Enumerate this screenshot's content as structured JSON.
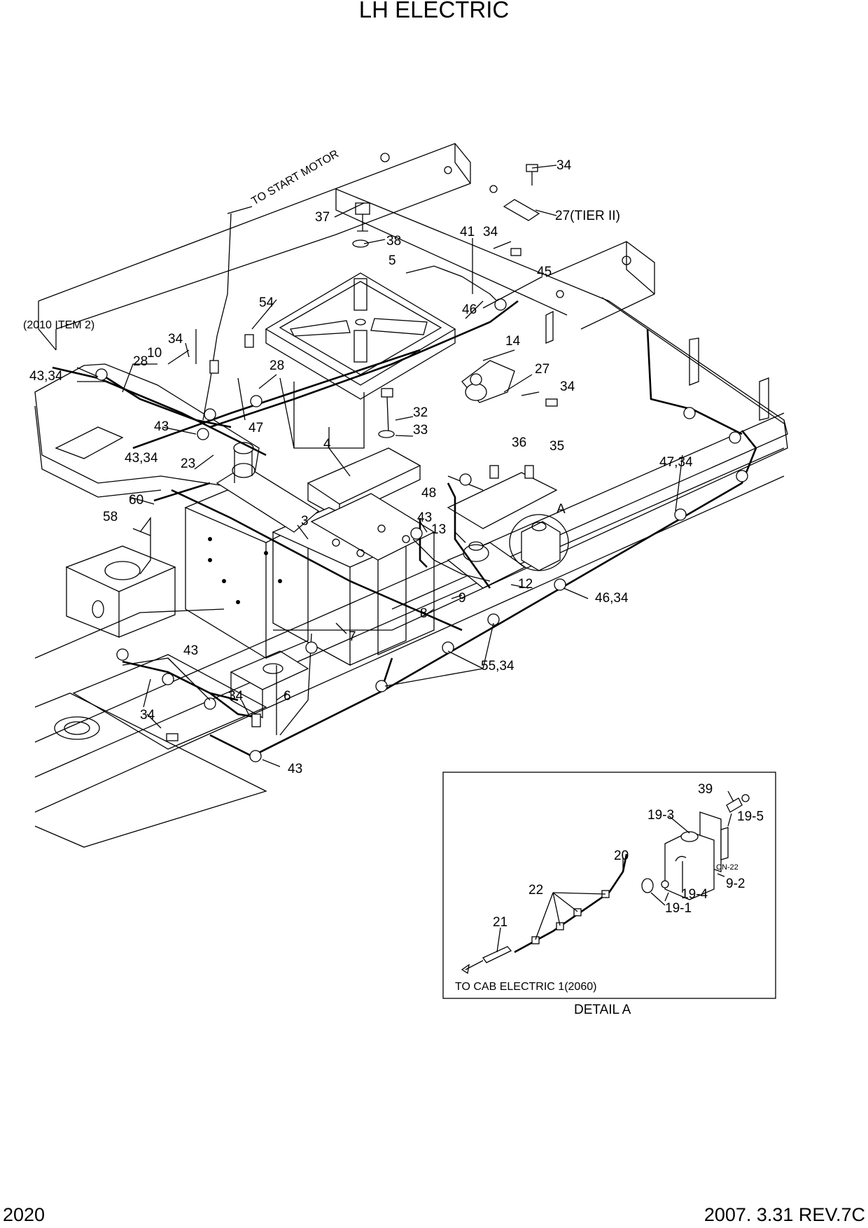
{
  "page": {
    "title": "LH ELECTRIC",
    "page_number": "2020",
    "date_rev": "2007. 3.31 REV.7C"
  },
  "notes": {
    "to_start_motor": "TO START MOTOR",
    "item_ref": "(2010 ITEM 2)",
    "to_cab": "TO CAB ELECTRIC 1(2060)",
    "detail_caption": "DETAIL  A",
    "detail_marker": "A",
    "connector": "CN-22"
  },
  "callouts": [
    "34",
    "27(TIER II)",
    "37",
    "38",
    "41",
    "34",
    "5",
    "45",
    "46",
    "14",
    "54",
    "34",
    "28",
    "10",
    "43,34",
    "28",
    "27",
    "34",
    "47",
    "32",
    "33",
    "43",
    "4",
    "36",
    "35",
    "47,34",
    "43,34",
    "23",
    "48",
    "60",
    "A",
    "58",
    "3",
    "43",
    "13",
    "12",
    "46,34",
    "9",
    "8",
    "7",
    "55,34",
    "43",
    "34",
    "6",
    "34",
    "43"
  ],
  "detail_callouts": [
    "39",
    "19-3",
    "19-5",
    "20",
    "22",
    "19-4",
    "9-2",
    "19-1",
    "21"
  ]
}
